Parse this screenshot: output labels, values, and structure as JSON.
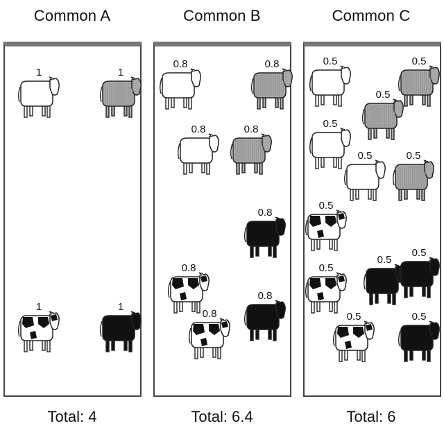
{
  "commons": [
    {
      "title": "Common A",
      "total": "Total: 4",
      "cows": [
        {
          "type": "white",
          "value": "1"
        },
        {
          "type": "gray",
          "value": "1"
        },
        {
          "type": "spotted",
          "value": "1"
        },
        {
          "type": "black",
          "value": "1"
        }
      ]
    },
    {
      "title": "Common B",
      "total": "Total: 6.4",
      "cows": [
        {
          "type": "white",
          "value": "0.8"
        },
        {
          "type": "gray",
          "value": "0.8"
        },
        {
          "type": "white",
          "value": "0.8"
        },
        {
          "type": "gray",
          "value": "0.8"
        },
        {
          "type": "black",
          "value": "0.8"
        },
        {
          "type": "spotted",
          "value": "0.8"
        },
        {
          "type": "black",
          "value": "0.8"
        },
        {
          "type": "spotted",
          "value": "0.8"
        }
      ]
    },
    {
      "title": "Common C",
      "total": "Total: 6",
      "cows": [
        {
          "type": "white",
          "value": "0.5"
        },
        {
          "type": "gray",
          "value": "0.5"
        },
        {
          "type": "gray",
          "value": "0.5"
        },
        {
          "type": "white",
          "value": "0.5"
        },
        {
          "type": "white",
          "value": "0.5"
        },
        {
          "type": "gray",
          "value": "0.5"
        },
        {
          "type": "spotted",
          "value": "0.5"
        },
        {
          "type": "black",
          "value": "0.5"
        },
        {
          "type": "spotted",
          "value": "0.5"
        },
        {
          "type": "black",
          "value": "0.5"
        },
        {
          "type": "spotted",
          "value": "0.5"
        },
        {
          "type": "black",
          "value": "0.5"
        }
      ]
    }
  ],
  "colors": {
    "white_fill": "#ffffff",
    "gray_fill": "#a8a8a8",
    "black_fill": "#111111",
    "outline": "#222222",
    "panel_border": "#444444",
    "panel_top_bar": "#777777"
  }
}
